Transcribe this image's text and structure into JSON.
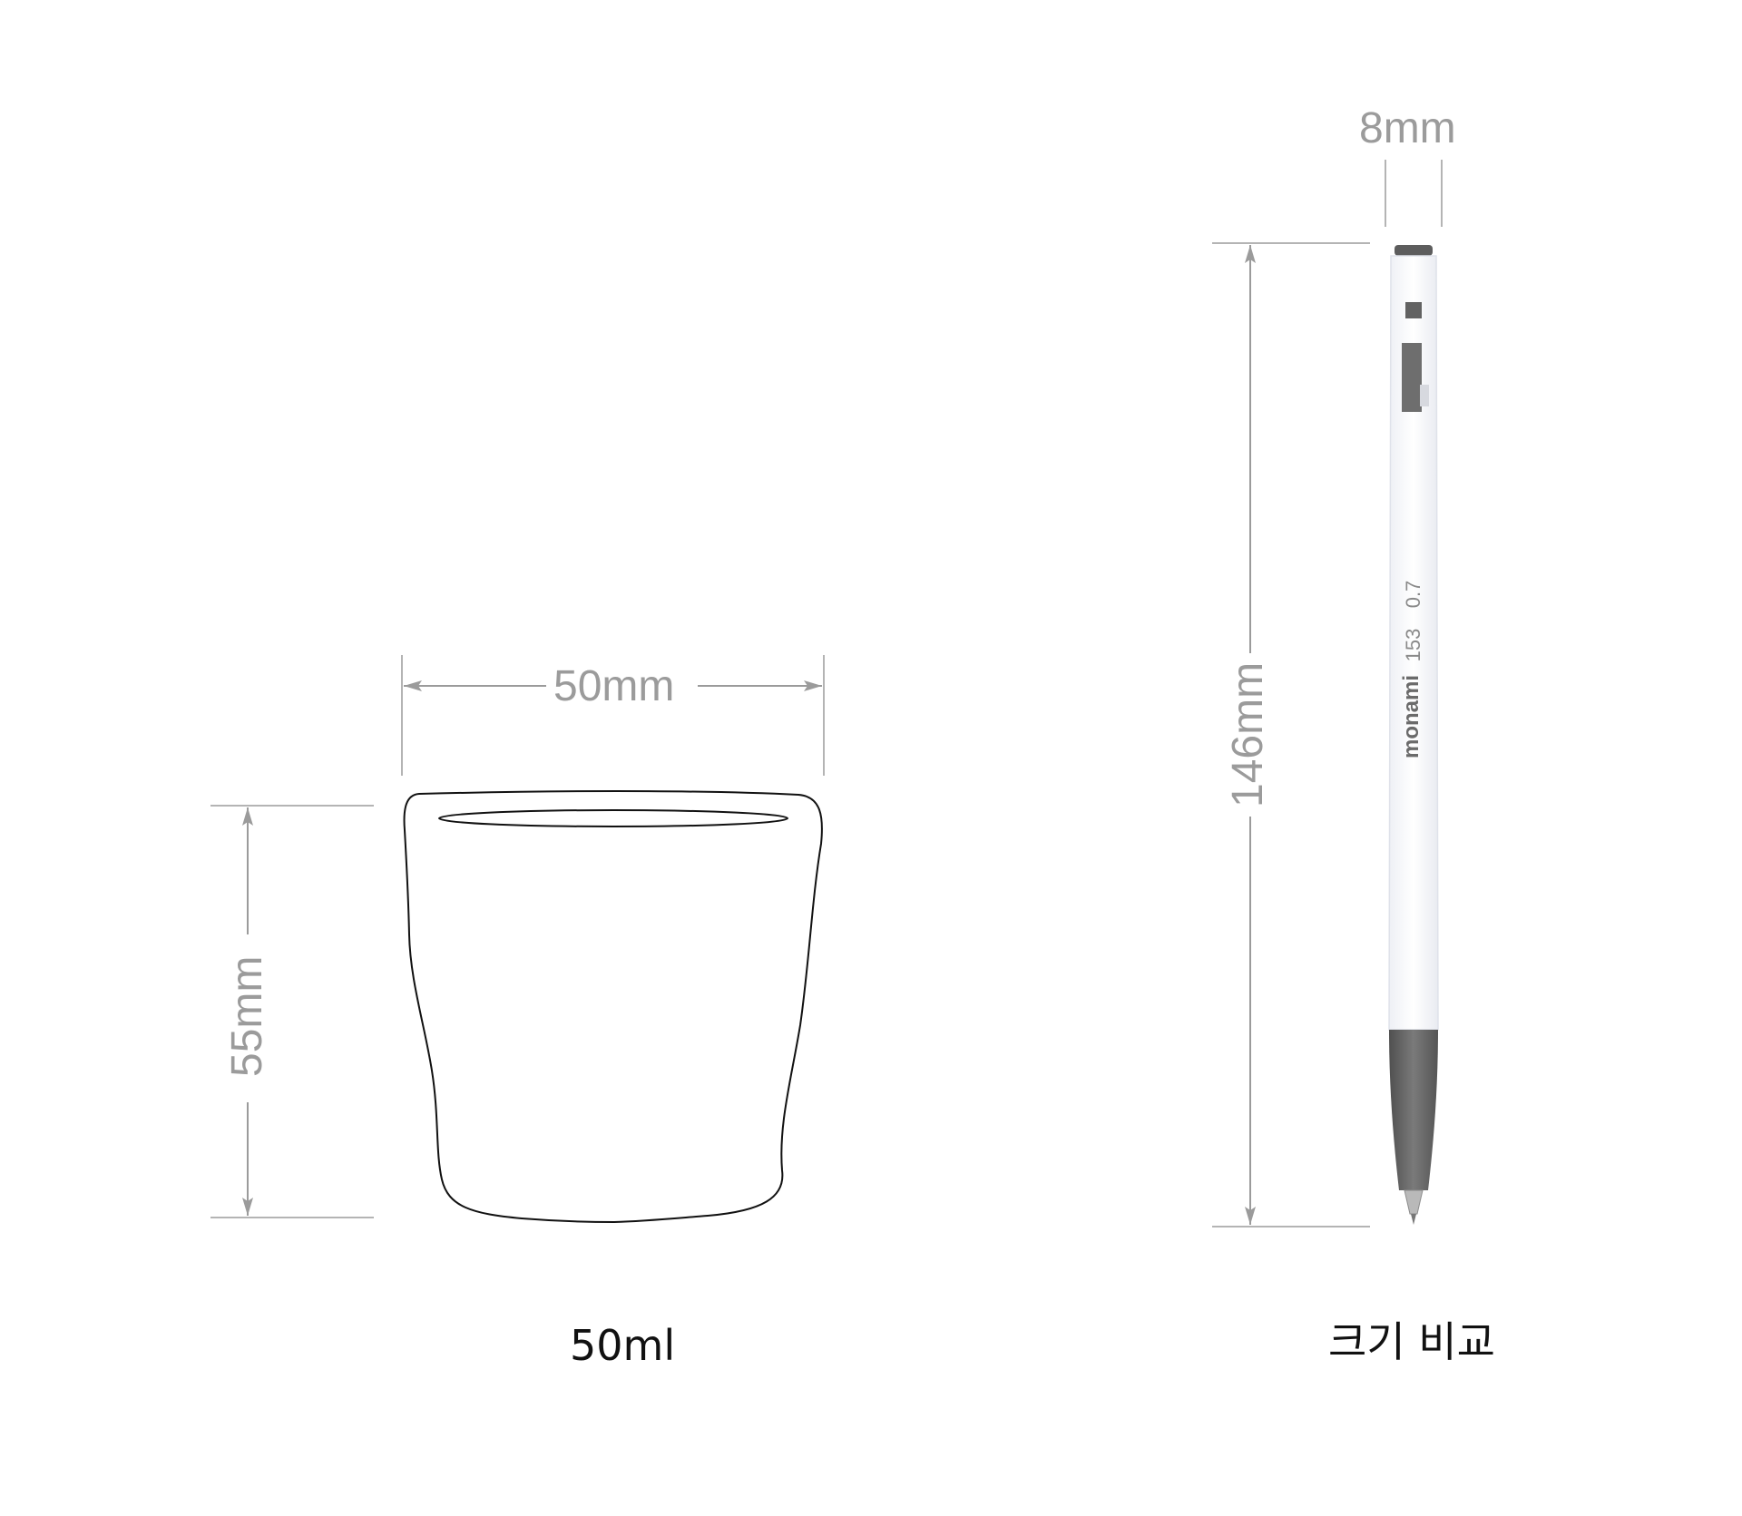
{
  "colors": {
    "dimension_line": "#9b9b9b",
    "outline": "#111111",
    "pen_body": "#f4f5f9",
    "pen_dark": "#6a6a6a",
    "caption_text": "#111111"
  },
  "cup": {
    "width_label": "50mm",
    "height_label": "55mm",
    "caption": "50ml"
  },
  "pen": {
    "width_label": "8mm",
    "height_label": "146mm",
    "brand": "monami",
    "model": "153",
    "tip_size": "0.7",
    "caption": "크기 비교"
  }
}
